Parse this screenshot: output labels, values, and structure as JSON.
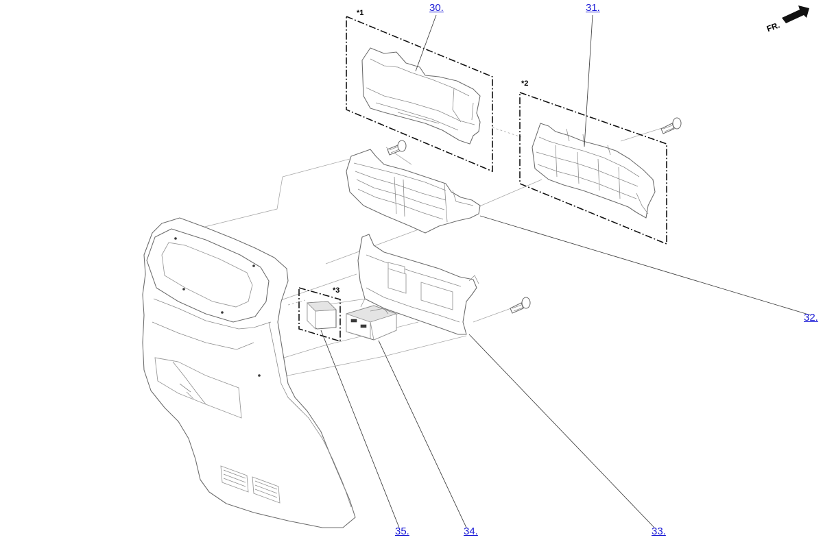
{
  "direction_indicator": {
    "label": "FR."
  },
  "callouts": [
    {
      "id": "c30",
      "label": "30."
    },
    {
      "id": "c31",
      "label": "31."
    },
    {
      "id": "c32",
      "label": "32."
    },
    {
      "id": "c33",
      "label": "33."
    },
    {
      "id": "c34",
      "label": "34."
    },
    {
      "id": "c35",
      "label": "35."
    }
  ],
  "markers": {
    "m1": "*1",
    "m2": "*2",
    "m3": "*3"
  }
}
